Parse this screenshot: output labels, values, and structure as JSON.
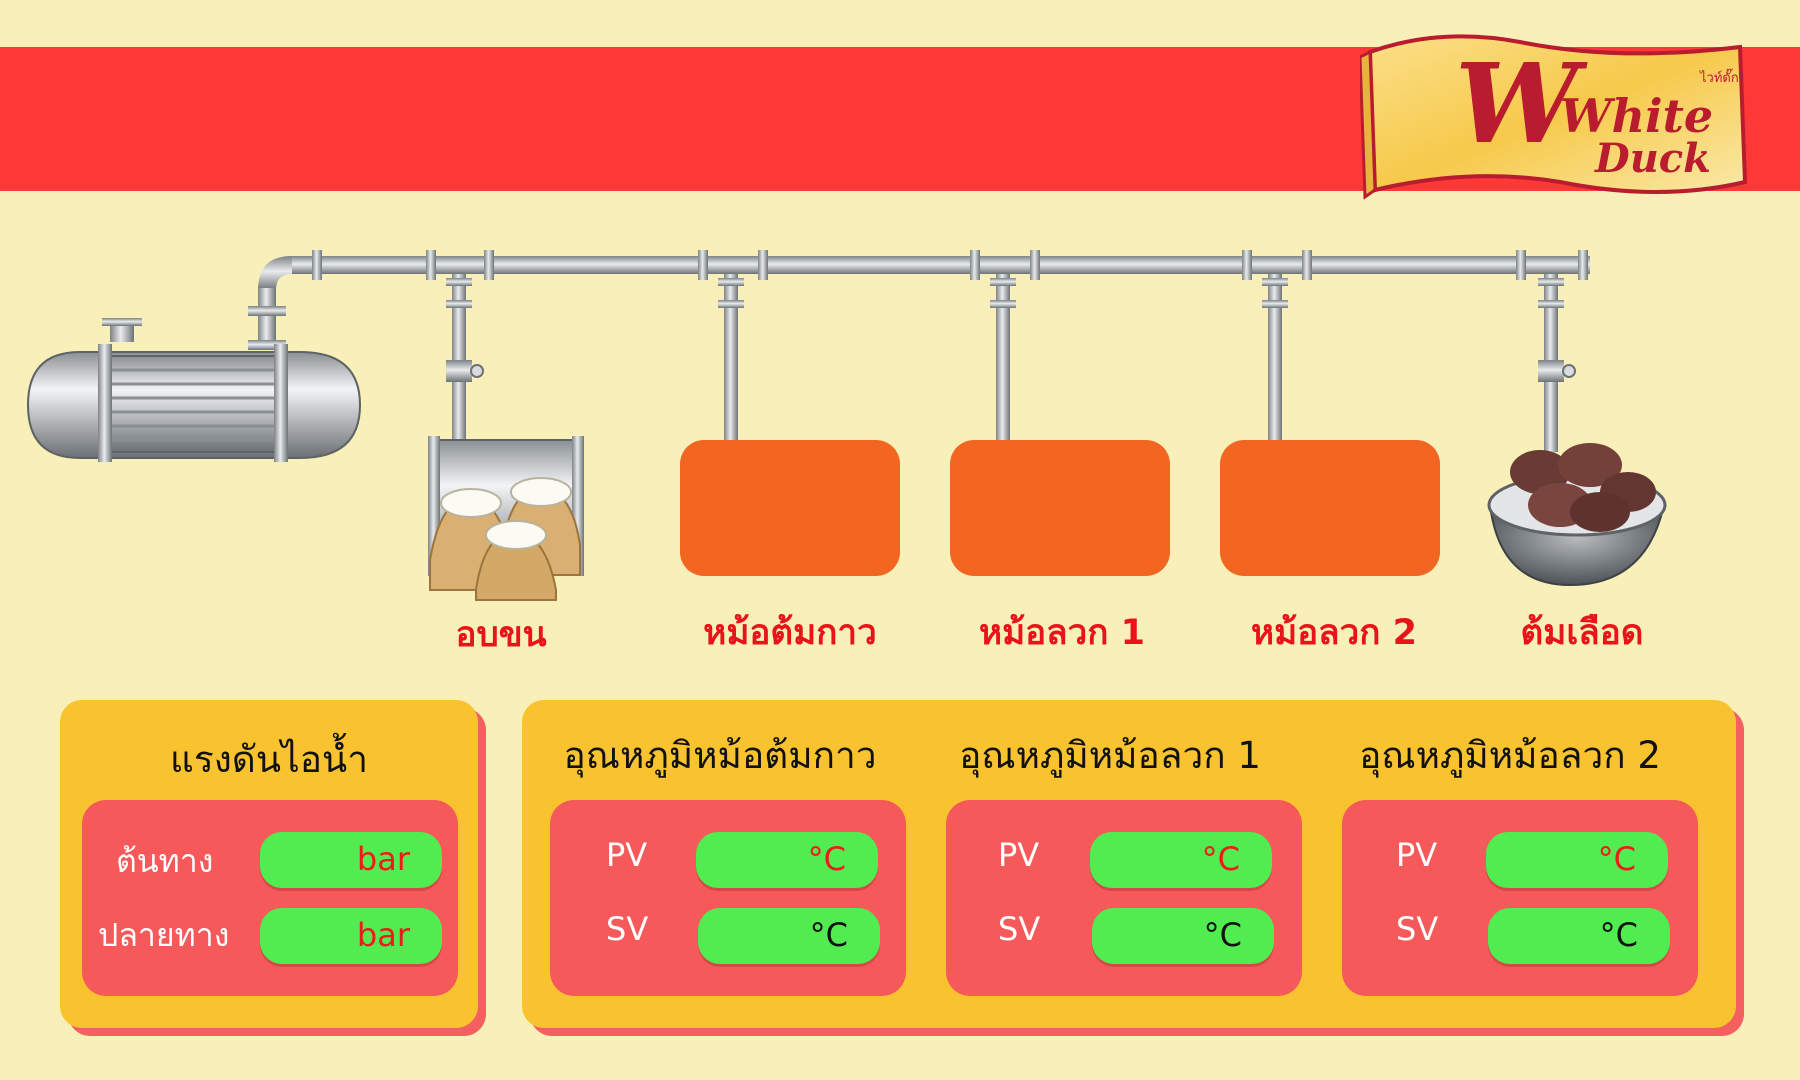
{
  "brand": {
    "logo_main": "White",
    "logo_sub": "Duck",
    "logo_thai": "ไวท์ดั๊ก",
    "accent_red": "#fe3737",
    "panel_yellow": "#f9c330",
    "tank_orange": "#f26622",
    "value_green": "#50ec50"
  },
  "stations": [
    {
      "label": "อบขน"
    },
    {
      "label": "หม้อต้มกาว"
    },
    {
      "label": "หม้อลวก 1"
    },
    {
      "label": "หม้อลวก 2"
    },
    {
      "label": "ต้มเลือด"
    }
  ],
  "steam_panel": {
    "title": "แรงดันไอน้ำ",
    "rows": [
      {
        "label": "ต้นทาง",
        "unit": "bar"
      },
      {
        "label": "ปลายทาง",
        "unit": "bar"
      }
    ]
  },
  "temp_panels": [
    {
      "title": "อุณหภูมิหม้อต้มกาว",
      "pv_label": "PV",
      "pv_unit": "°C",
      "sv_label": "SV",
      "sv_unit": "°C"
    },
    {
      "title": "อุณหภูมิหม้อลวก 1",
      "pv_label": "PV",
      "pv_unit": "°C",
      "sv_label": "SV",
      "sv_unit": "°C"
    },
    {
      "title": "อุณหภูมิหม้อลวก 2",
      "pv_label": "PV",
      "pv_unit": "°C",
      "sv_label": "SV",
      "sv_unit": "°C"
    }
  ]
}
